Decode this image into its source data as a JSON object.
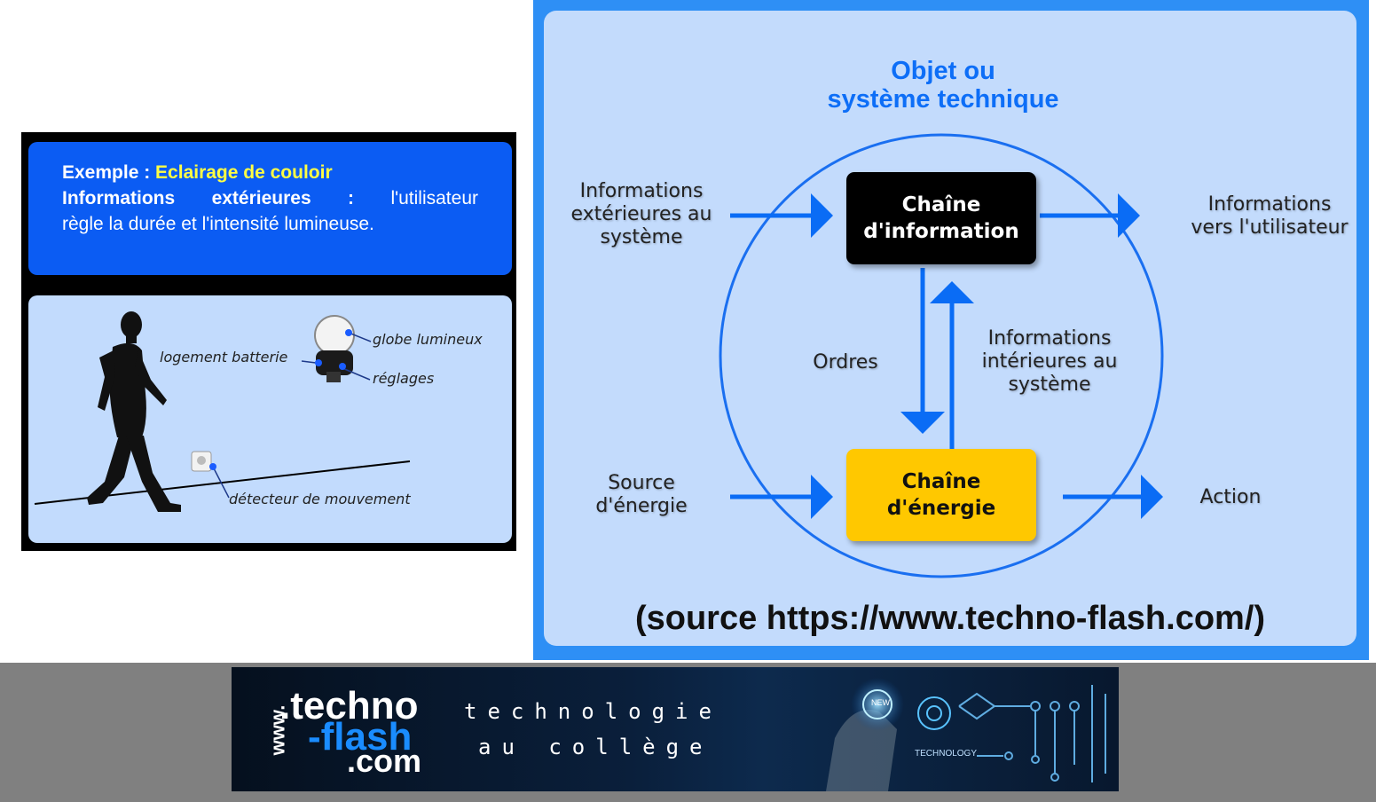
{
  "example_panel": {
    "prefix": "Exemple : ",
    "subject": "Eclairage de couloir",
    "info_label": "Informations extérieures :",
    "info_text_1": "l'utilisateur",
    "info_text_2": "règle la durée et l'intensité lumineuse.",
    "labels": {
      "globe": "globe lumineux",
      "battery": "logement batterie",
      "settings": "réglages",
      "detector": "détecteur de mouvement"
    }
  },
  "diagram": {
    "title": "Objet ou\nsystème technique",
    "chain_information": "Chaîne\nd'information",
    "chain_energy": "Chaîne\nd'énergie",
    "input_info": "Informations\nextérieures au\nsystème",
    "output_info": "Informations\nvers l'utilisateur",
    "orders": "Ordres",
    "internal_info": "Informations\nintérieures au\nsystème",
    "energy_source": "Source\nd'énergie",
    "action": "Action",
    "source_caption": "(source https://www.techno-flash.com/)",
    "colors": {
      "arrow": "#0a6cf5",
      "circle": "#1a6ff0",
      "info_box": "#000000",
      "energy_box": "#ffc800"
    }
  },
  "banner": {
    "www": "www.",
    "techno": ".techno",
    "flash": "-flash",
    "com": ".com",
    "tagline_1": "technologie",
    "tagline_2": "au collège",
    "new_badge": "NEW",
    "tech_text": "TECHNOLOGY"
  }
}
